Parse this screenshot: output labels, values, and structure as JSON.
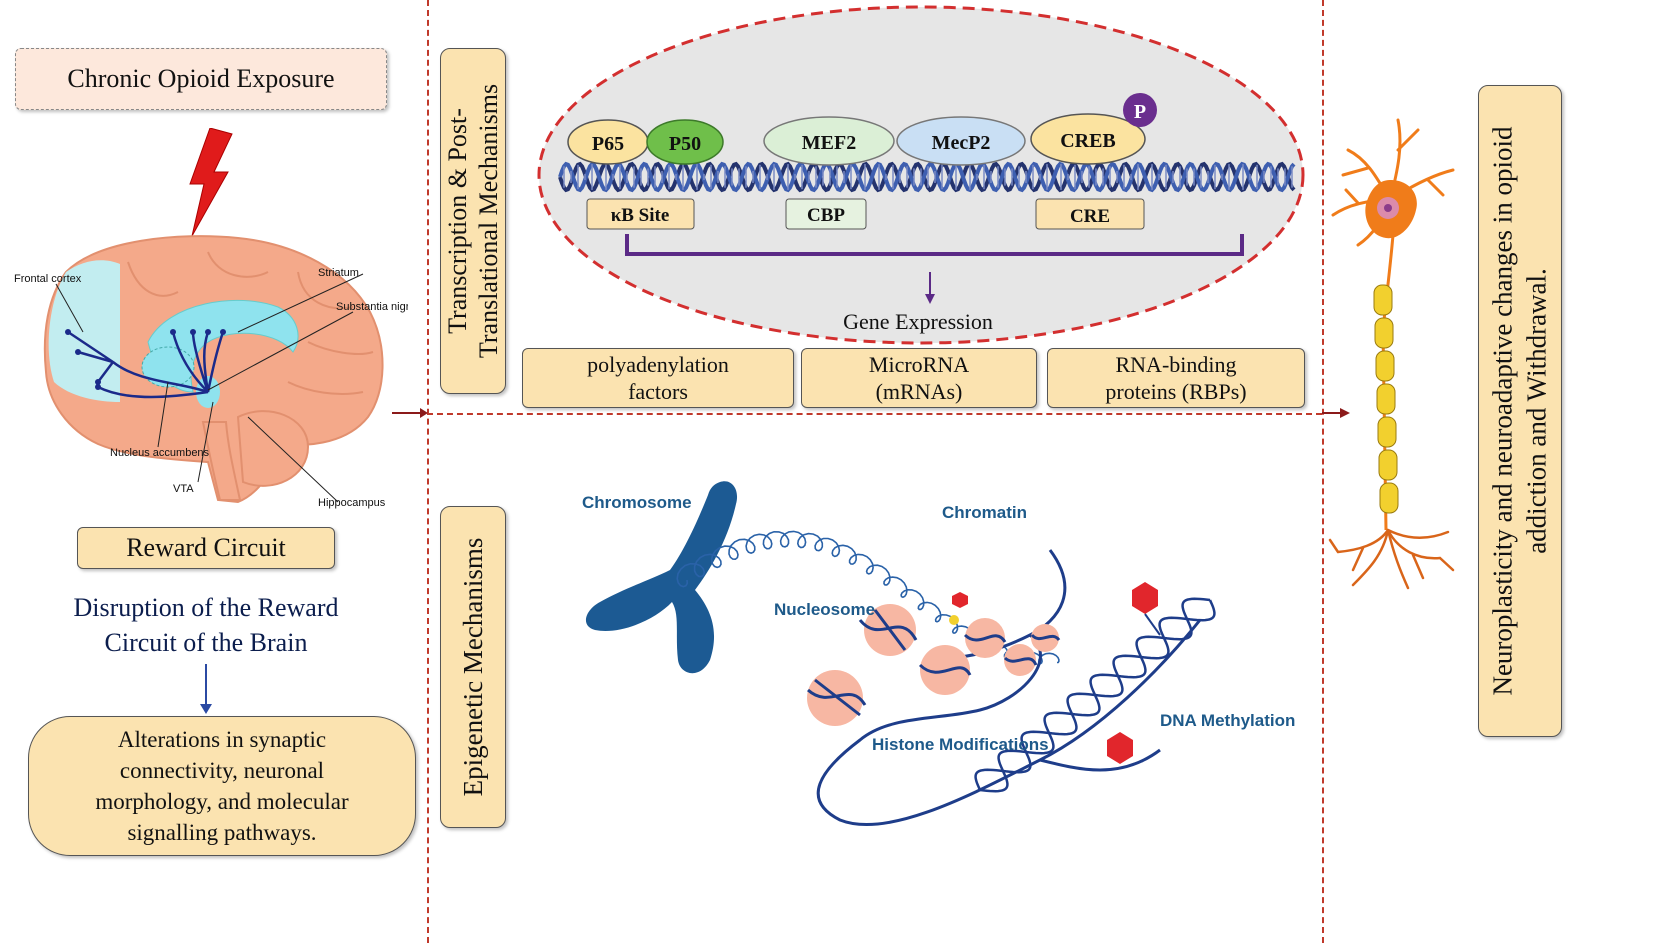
{
  "left": {
    "top_box": "Chronic Opioid Exposure",
    "brain_labels": {
      "frontal_cortex": "Frontal cortex",
      "striatum": "Striatum",
      "substantia_nigra": "Substantia nigra",
      "nucleus_accumbens": "Nucleus accumbens",
      "vta": "VTA",
      "hippocampus": "Hippocampus"
    },
    "reward_box": "Reward Circuit",
    "disruption_line1": "Disruption of the Reward",
    "disruption_line2": "Circuit of the Brain",
    "alterations_line1": "Alterations in synaptic",
    "alterations_line2": "connectivity, neuronal",
    "alterations_line3": "morphology, and molecular",
    "alterations_line4": "signalling pathways."
  },
  "middle": {
    "transcription_label_line1": "Transcription & Post-",
    "transcription_label_line2": "Translational Mechanisms",
    "epigenetic_label": "Epigenetic Mechanisms",
    "factors": {
      "p65": "P65",
      "p50": "P50",
      "mef2": "MEF2",
      "mecp2": "MecP2",
      "creb": "CREB",
      "phospho": "P"
    },
    "sites": {
      "kb_site": "κB Site",
      "cbp": "CBP",
      "cre": "CRE"
    },
    "gene_expression": "Gene Expression",
    "boxes": {
      "polyadenylation_line1": "polyadenylation",
      "polyadenylation_line2": "factors",
      "microrna_line1": "MicroRNA",
      "microrna_line2": "(mRNAs)",
      "rbp_line1": "RNA-binding",
      "rbp_line2": "proteins (RBPs)"
    },
    "epigenetic_labels": {
      "chromosome": "Chromosome",
      "chromatin": "Chromatin",
      "nucleosome": "Nucleosome",
      "histone": "Histone Modifications",
      "methylation": "DNA Methylation"
    }
  },
  "right": {
    "outcome_line1": "Neuroplasticity and neuroadaptive changes in opioid",
    "outcome_line2": "addiction and Withdrawal."
  },
  "colors": {
    "divider": "#c0392b",
    "box_fill": "#fbe3b0",
    "oval_fill": "#e8e8e8",
    "dna": "#24336e",
    "bracket": "#5b2a86",
    "neuron": "#f07c1a",
    "myelin": "#f2d02e",
    "chromosome": "#1c5a93",
    "nucleosome": "#f7b7a3",
    "methyl": "#e1262c"
  }
}
